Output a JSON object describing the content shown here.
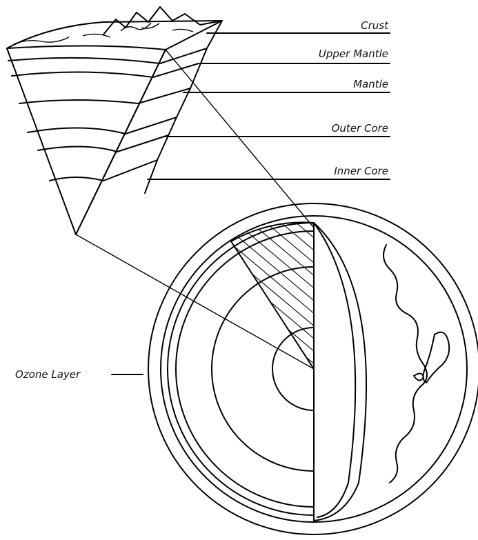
{
  "labels": {
    "crust": "Crust",
    "upper_mantle": "Upper Mantle",
    "mantle": "Mantle",
    "outer_core": "Outer Core",
    "inner_core": "Inner Core",
    "ozone_layer": "Ozone Layer"
  },
  "colors": {
    "line": "#000000",
    "background": "#ffffff"
  }
}
